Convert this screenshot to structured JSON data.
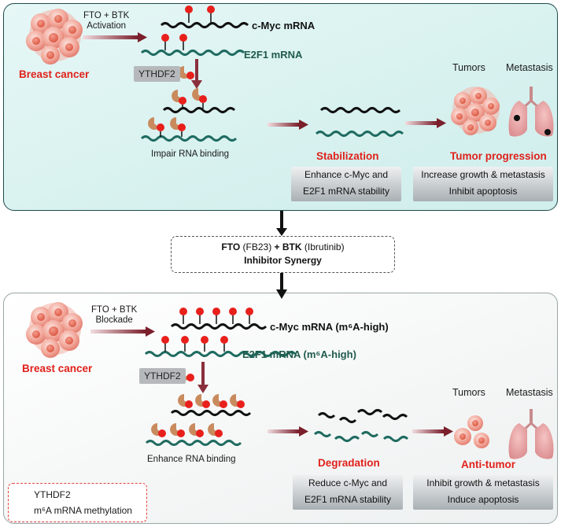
{
  "top": {
    "cancer_label": "Breast cancer",
    "treatment_line1": "FTO + BTK",
    "treatment_line2": "Activation",
    "cmyc_label": "c-Myc mRNA",
    "e2f1_label": "E2F1 mRNA",
    "ythdf2_tag": "YTHDF2",
    "binding_label": "Impair RNA binding",
    "stage_label": "Stabilization",
    "stage_box_line1": "Enhance c-Myc and",
    "stage_box_line2": "E2F1 mRNA stability",
    "outcome_label": "Tumor progression",
    "tumors_label": "Tumors",
    "metastasis_label": "Metastasis",
    "outcome_box_line1": "Increase growth & metastasis",
    "outcome_box_line2": "Inhibit apoptosis"
  },
  "synergy": {
    "fto": "FTO",
    "fto_drug": "(FB23)",
    "plus_btk": "+ BTK",
    "btk_drug": "(Ibrutinib)",
    "line2": "Inhibitor Synergy"
  },
  "bottom": {
    "cancer_label": "Breast cancer",
    "treatment_line1": "FTO + BTK",
    "treatment_line2": "Blockade",
    "cmyc_label": "c-Myc mRNA (m⁶A-high)",
    "e2f1_label": "E2F1 mRNA (m⁶A-high)",
    "ythdf2_tag": "YTHDF2",
    "binding_label": "Enhance RNA binding",
    "stage_label": "Degradation",
    "stage_box_line1": "Reduce c-Myc and",
    "stage_box_line2": "E2F1 mRNA stability",
    "outcome_label": "Anti-tumor",
    "tumors_label": "Tumors",
    "metastasis_label": "Metastasis",
    "outcome_box_line1": "Inhibit growth & metastasis",
    "outcome_box_line2": "Induce apoptosis"
  },
  "legend": {
    "ythdf2": "YTHDF2",
    "m6a": "m⁶A mRNA methylation"
  },
  "colors": {
    "highlight_red": "#e0211b",
    "mrna_black": "#111111",
    "mrna_teal": "#1f6b60",
    "ythdf2_brown": "#c98b5e",
    "arrow_maroon": "#7a1f2b",
    "m6a_red": "#e8201c"
  }
}
